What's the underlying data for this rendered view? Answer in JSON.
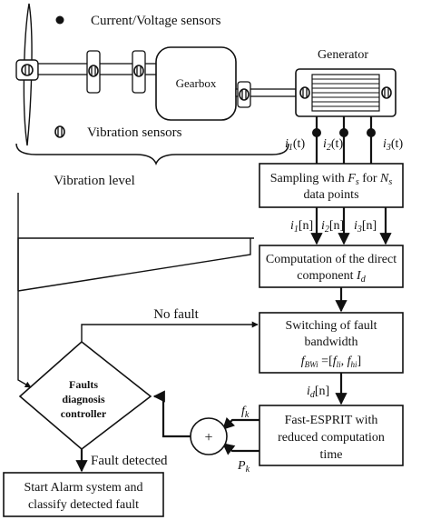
{
  "legend": {
    "current_voltage_sensors": "Current/Voltage sensors",
    "vibration_sensors": "Vibration sensors"
  },
  "components": {
    "generator": "Generator",
    "gearbox": "Gearbox",
    "vibration_level": "Vibration level"
  },
  "signals": {
    "i1_t": [
      "i",
      "1",
      "(t)"
    ],
    "i2_t": [
      "i",
      "2",
      "(t)"
    ],
    "i3_t": [
      "i",
      "3",
      "(t)"
    ],
    "i1_n": [
      "i",
      "1",
      "[n]"
    ],
    "i2_n": [
      "i",
      "2",
      "[n]"
    ],
    "i3_n": [
      "i",
      "3",
      "[n]"
    ],
    "id_n": [
      "i",
      "d",
      "[n]"
    ],
    "fk": [
      "f",
      "k"
    ],
    "pk": [
      "P",
      "k"
    ]
  },
  "blocks": {
    "sampling": {
      "line1": [
        "Sampling with ",
        "F",
        "s",
        " for ",
        "N",
        "s"
      ],
      "line2": "data points"
    },
    "direct_component": {
      "line1": "Computation of the direct",
      "line2": [
        "component ",
        "I",
        "d"
      ]
    },
    "switching": {
      "line1": "Switching of fault",
      "line2": "bandwidth",
      "line3": [
        "f",
        "BWi",
        " =[",
        "f",
        "li",
        ", ",
        "f",
        "hi",
        "]"
      ]
    },
    "esprit": {
      "line1": "Fast-ESPRIT with",
      "line2": "reduced computation",
      "line3": "time"
    },
    "controller": {
      "line1": "Faults",
      "line2": "diagnosis",
      "line3": "controller"
    },
    "alarm": {
      "line1": "Start Alarm system and",
      "line2": "classify detected fault"
    },
    "summer": "+"
  },
  "edges": {
    "no_fault": "No fault",
    "fault_detected": "Fault detected"
  }
}
